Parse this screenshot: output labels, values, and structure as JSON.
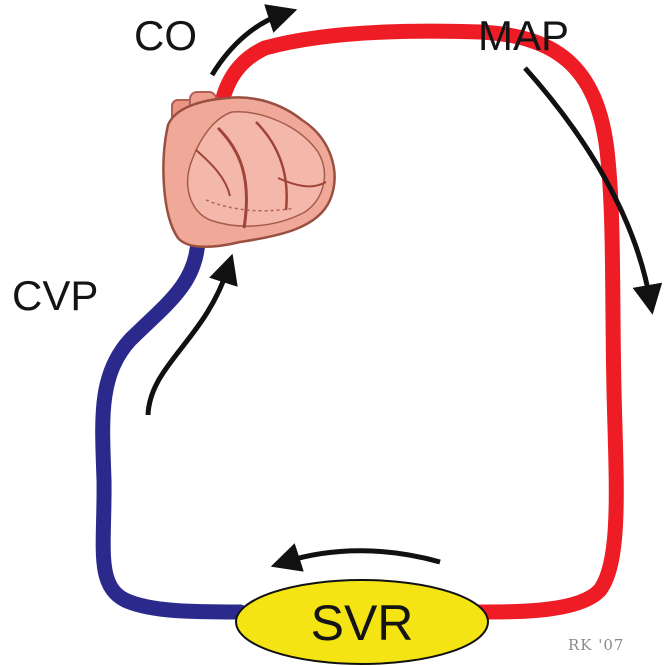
{
  "labels": {
    "co": "CO",
    "map": "MAP",
    "cvp": "CVP",
    "svr": "SVR"
  },
  "signature": "RK '07",
  "colors": {
    "artery": "#ee1c24",
    "vein": "#2b2a8c",
    "resistance": "#f4e414",
    "heart": "#f0a898",
    "arrow": "#111111"
  }
}
